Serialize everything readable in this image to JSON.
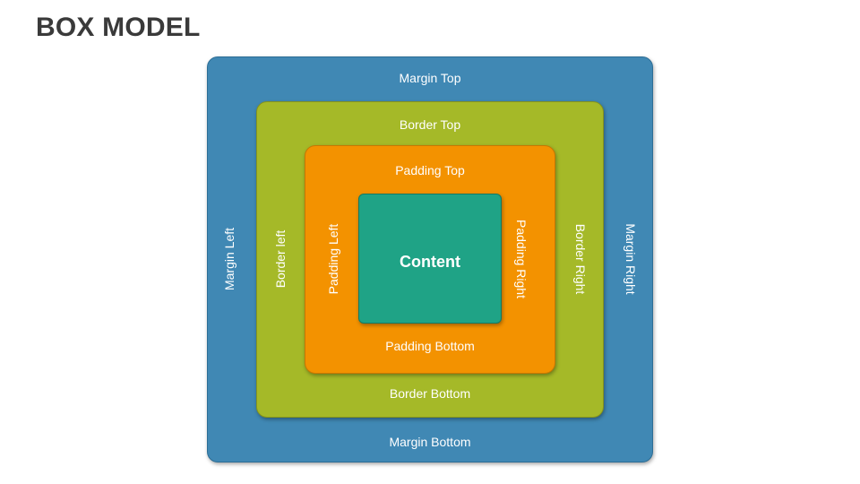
{
  "title": "BOX MODEL",
  "colors": {
    "margin": "#4088b4",
    "border": "#a5b928",
    "padding": "#f39200",
    "content": "#1fa386",
    "title_text": "#3a3a3a",
    "label_text": "#ffffff"
  },
  "labels": {
    "margin_top": "Margin Top",
    "margin_bottom": "Margin Bottom",
    "margin_left": "Margin Left",
    "margin_right": "Margin Right",
    "border_top": "Border Top",
    "border_bottom": "Border Bottom",
    "border_left": "Border left",
    "border_right": "Border Right",
    "padding_top": "Padding Top",
    "padding_bottom": "Padding Bottom",
    "padding_left": "Padding Left",
    "padding_right": "Padding Right",
    "content": "Content"
  }
}
